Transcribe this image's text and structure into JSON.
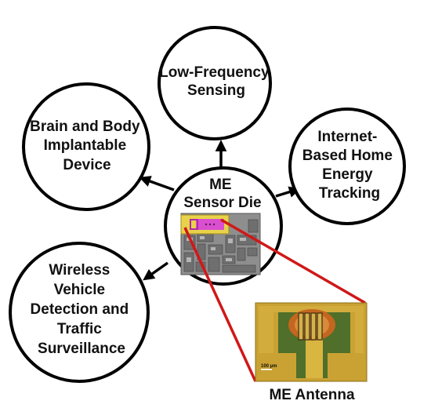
{
  "center": {
    "lines": [
      "ME",
      "Sensor Die"
    ]
  },
  "nodes": [
    {
      "id": "low-frequency-sensing",
      "lines": [
        "Low-Frequency",
        "Sensing"
      ]
    },
    {
      "id": "brain-body-implantable",
      "lines": [
        "Brain and Body",
        "Implantable",
        "Device"
      ]
    },
    {
      "id": "home-energy-tracking",
      "lines": [
        "Internet-",
        "Based Home",
        "Energy",
        "Tracking"
      ]
    },
    {
      "id": "vehicle-detection",
      "lines": [
        "Wireless",
        "Vehicle",
        "Detection and",
        "Traffic",
        "Surveillance"
      ]
    }
  ],
  "inset": {
    "caption": "ME Antenna",
    "scale_bar": "100 µm"
  },
  "colors": {
    "circle_stroke": "#000000",
    "zoom_lines": "#d01818",
    "die_gray": "#8e8e8e",
    "chip_yellow": "#e8d24a",
    "chip_magenta": "#d94fcf",
    "antenna_gold": "#c9a233",
    "antenna_green": "#4f6f2a",
    "antenna_orange": "#c4661f"
  }
}
